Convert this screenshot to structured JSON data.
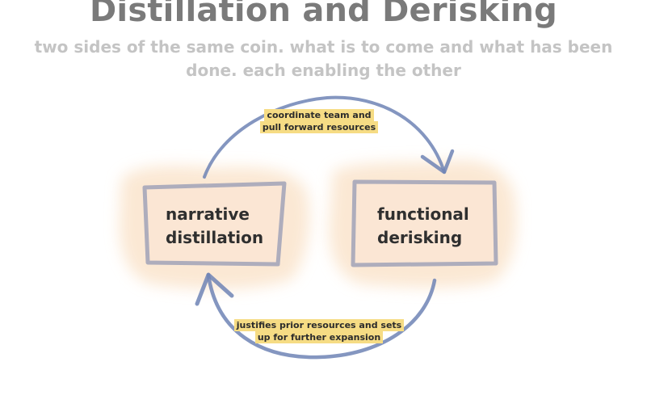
{
  "page": {
    "title": "Distillation and Derisking",
    "subtitle": "two sides of the same coin. what is to come and what has been done. each enabling the other"
  },
  "nodes": {
    "left": {
      "line1": "narrative",
      "line2": "distillation"
    },
    "right": {
      "line1": "functional",
      "line2": "derisking"
    }
  },
  "edges": {
    "top": {
      "line1": "coordinate team and",
      "line2": "pull forward resources"
    },
    "bottom": {
      "line1": "justifies prior resources and sets",
      "line2": "up for further expansion"
    }
  },
  "colors": {
    "box_fill": "#fbe9d8",
    "box_border": "#a8a8ba",
    "arrow": "#6f84b5",
    "label_bg": "#f6dc84",
    "title": "#7a7a7a",
    "subtitle": "#c4c4c4"
  }
}
